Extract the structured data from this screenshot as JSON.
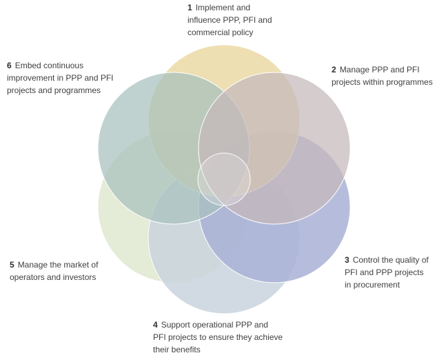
{
  "diagram": {
    "circles": [
      {
        "id": "1",
        "color": "#ebd9a6"
      },
      {
        "id": "2",
        "color": "#c5b9bb"
      },
      {
        "id": "3",
        "color": "#a9b1d6"
      },
      {
        "id": "4",
        "color": "#c9d3dd"
      },
      {
        "id": "5",
        "color": "#dfe8cf"
      },
      {
        "id": "6",
        "color": "#a7c0be"
      }
    ],
    "labels": [
      {
        "number": "1",
        "lines": [
          "Implement and",
          "influence PPP, PFI and",
          "commercial policy"
        ]
      },
      {
        "number": "2",
        "lines": [
          "Manage PPP and PFI",
          "projects within programmes"
        ]
      },
      {
        "number": "3",
        "lines": [
          "Control the quality of",
          "PFI and PPP projects",
          "in procurement"
        ]
      },
      {
        "number": "4",
        "lines": [
          "Support operational PPP and",
          "PFI projects to ensure they achieve",
          "their benefits"
        ]
      },
      {
        "number": "5",
        "lines": [
          "Manage the market of",
          "operators and investors"
        ]
      },
      {
        "number": "6",
        "lines": [
          "Embed continuous",
          "improvement in PPP and PFI",
          "projects and programmes"
        ]
      }
    ]
  }
}
